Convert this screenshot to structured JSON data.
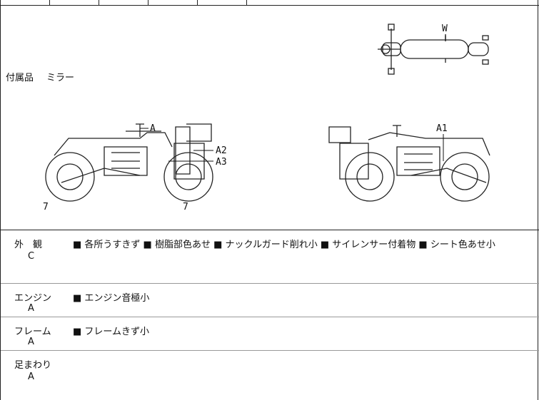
{
  "accessories": {
    "label": "付属品",
    "value": "ミラー"
  },
  "diagram_labels": {
    "a": "A",
    "a1": "A1",
    "a2": "A2",
    "a3": "A3",
    "w": "W",
    "seven_left": "7",
    "seven_right": "7"
  },
  "condition_rows": [
    {
      "name": "外　観",
      "grade": "C",
      "notes": "■ 各所うすきず ■ 樹脂部色あせ ■ ナックルガード削れ小 ■ サイレンサー付着物 ■ シート色あせ小"
    },
    {
      "name": "エンジン",
      "grade": "A",
      "notes": "■ エンジン音極小"
    },
    {
      "name": "フレーム",
      "grade": "A",
      "notes": "■ フレームきず小"
    },
    {
      "name": "足まわり",
      "grade": "A",
      "notes": ""
    }
  ]
}
